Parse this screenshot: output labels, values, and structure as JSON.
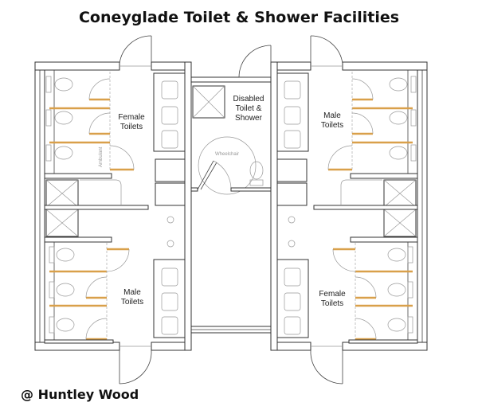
{
  "title": "Coneyglade Toilet & Shower Facilities",
  "credit": "@ Huntley Wood",
  "rooms": {
    "top_left": [
      "Female",
      "Toilets"
    ],
    "center": [
      "Disabled",
      "Toilet &",
      "Shower"
    ],
    "top_right": [
      "Male",
      "Toilets"
    ],
    "bottom_left": [
      "Male",
      "Toilets"
    ],
    "bottom_right": [
      "Female",
      "Toilets"
    ]
  },
  "small_labels": {
    "ambulant": "Ambulant",
    "wheelchair": "Wheelchair"
  },
  "colors": {
    "partition": "#d9a04a",
    "wall": "#333333"
  }
}
